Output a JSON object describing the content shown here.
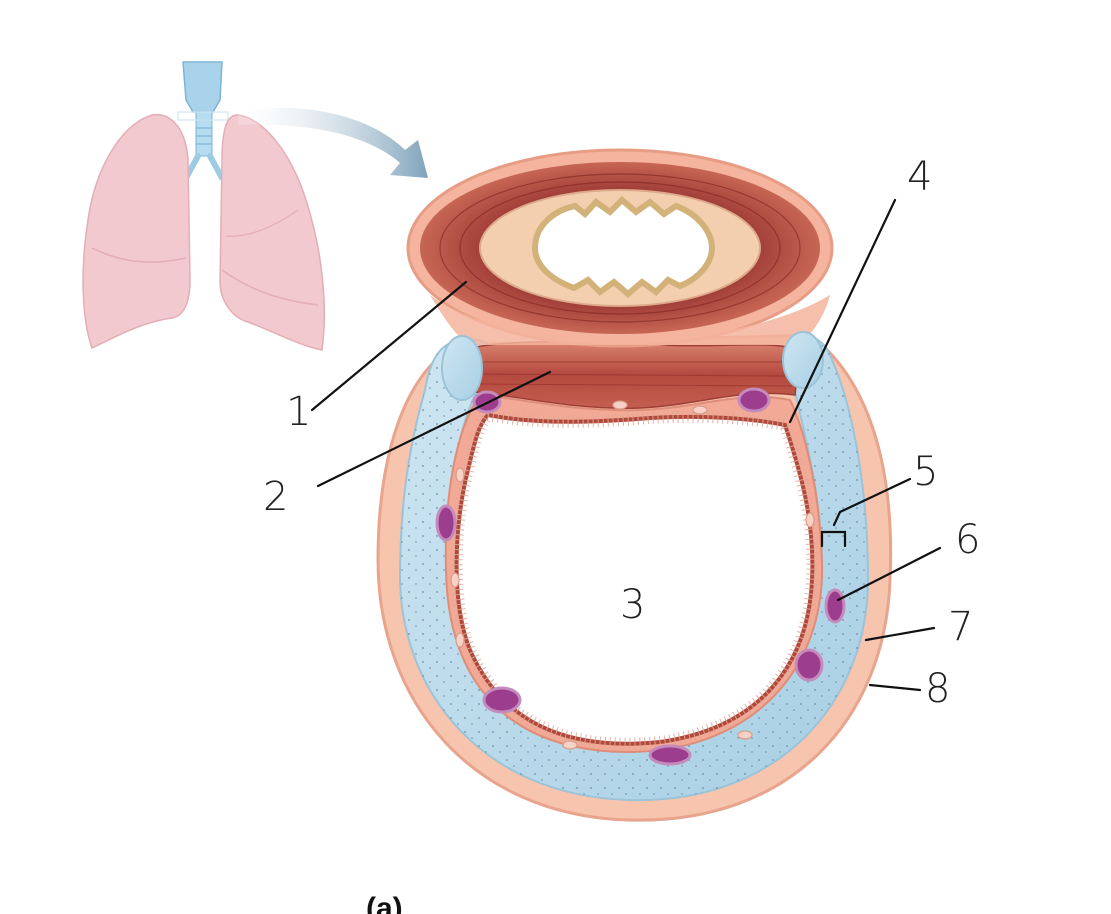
{
  "labels": {
    "l1": "1",
    "l2": "2",
    "l3": "3",
    "l4": "4",
    "l5": "5",
    "l6": "6",
    "l7": "7",
    "l8": "8"
  },
  "caption": "(a)",
  "colors": {
    "lung": "#f2c9cf",
    "trachea_icon": "#a9d3ea",
    "muscle": "#b5493f",
    "cartilage": "#bcdcec",
    "mucosa": "#f0a48e",
    "gland": "#9c3d8d",
    "arrow": "#9bb9cc"
  },
  "icons": {
    "lungs": "lungs-icon",
    "arrow": "curved-arrow-icon"
  }
}
